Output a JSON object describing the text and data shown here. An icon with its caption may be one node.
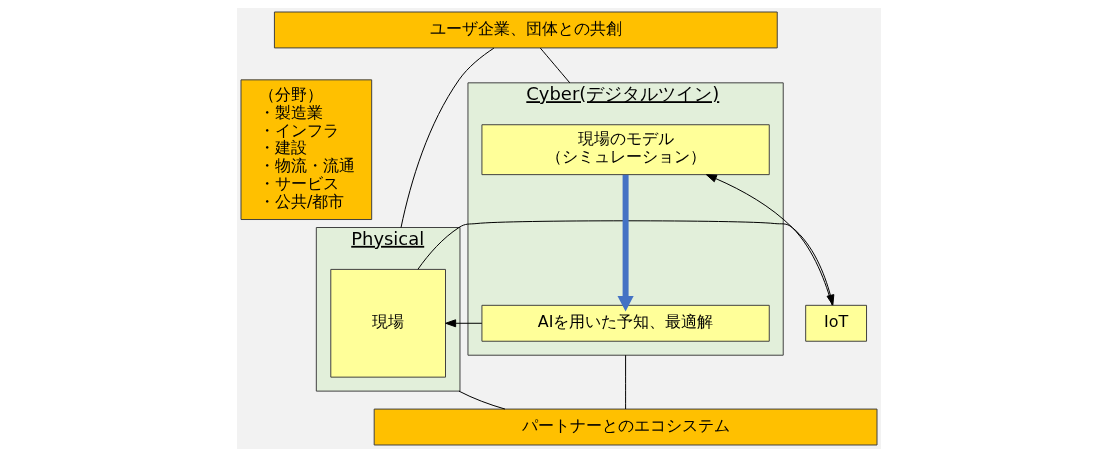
{
  "diagram": {
    "nodes": [
      {
        "text": [
          "（分野）",
          "・製造業",
          "・インフラ",
          "・建設",
          "・物流・流通",
          "・サービス",
          "・公共/都市"
        ]
      },
      {
        "text": [
          "ユーザ企業、団体との共創"
        ]
      },
      {
        "text": [
          "Physical"
        ]
      },
      {
        "text": [
          "現場"
        ],
        "in": 2
      },
      {
        "text": [
          "IoT"
        ]
      },
      {
        "text": [
          "Cyber(デジタルツイン)"
        ]
      },
      {
        "text": [
          "現場のモデル",
          "（シミュレーション）"
        ],
        "in": 5
      },
      {
        "text": [
          "AIを用いた予知、最適解"
        ],
        "in": 5
      },
      {
        "text": [
          "パートナーとのエコシステム"
        ]
      }
    ],
    "edges": [
      {
        "from": 1,
        "to": 2,
        "arrow": "none"
      },
      {
        "from": 1,
        "to": 5,
        "arrow": "none"
      },
      {
        "from": 2,
        "to": 8,
        "arrow": "none"
      },
      {
        "from": 5,
        "to": 8,
        "arrow": "none"
      },
      {
        "from": 3,
        "to": 4,
        "arrow": "to"
      },
      {
        "from": 4,
        "to": 6,
        "arrow": "to"
      },
      {
        "from": 6,
        "to": 7,
        "arrow": "to",
        "style": "thick",
        "color": "#4472c4"
      },
      {
        "from": 7,
        "to": 3,
        "arrow": "to"
      }
    ]
  }
}
